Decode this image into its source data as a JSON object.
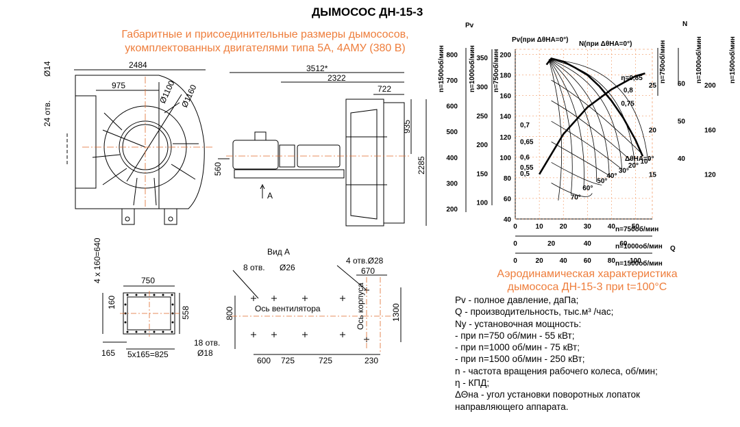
{
  "title": "ДЫМОСОС ДН-15-3",
  "subtitle_lines": [
    "Габаритные и присоединительные размеры дымососов,",
    "укомплектованных двигателями типа 5А, 4АМУ (380 В)"
  ],
  "colors": {
    "accent": "#ee7d3b",
    "line": "#000000",
    "axis_center": "#e06a2a"
  },
  "front_view": {
    "dims": {
      "width": "2484",
      "d975": "975",
      "d1100": "Ø1100",
      "d1160": "Ø1160",
      "holes": "24 отв.",
      "hole_d": "Ø14",
      "h560": "560"
    }
  },
  "side_view": {
    "dims": {
      "total": "3512*",
      "d2322": "2322",
      "d722": "722",
      "d935": "935",
      "d2285": "2285",
      "arrow": "A"
    }
  },
  "flange_view": {
    "dims": {
      "pitch_v": "4 x 160=640",
      "w750": "750",
      "h160": "160",
      "h558": "558",
      "holes": "18 отв.",
      "hole_d": "Ø18",
      "d165": "165",
      "pitch_h": "5x165=825"
    }
  },
  "view_a": {
    "label": "Вид А",
    "holes8": "8  отв.",
    "hole_d26": "Ø26",
    "holes4": "4 отв.Ø28",
    "d670": "670",
    "fan_axis": "Ось вентилятора",
    "body_axis": "Ось корпуса",
    "d800": "800",
    "d1300": "1300",
    "bottom": [
      "600",
      "725",
      "725",
      "230"
    ]
  },
  "chart_heading_lines": [
    "Аэродинамическая характеристика",
    "дымососа ДН-15-3 при t=100°С"
  ],
  "chart_labels": {
    "pv": "Pv",
    "n": "N",
    "q": "Q",
    "pv_curve": "Pv(при ΔθНА=0°)",
    "n_curve": "N(при ΔθНА=0°)",
    "angle_zero": "ΔθНА=0°",
    "n1500": "n=1500об/мин",
    "n1000": "n=1000об/мин",
    "n750": "n=750об/мин",
    "q750": "n=750об/мин",
    "q1000": "n=1000об/мин",
    "q1500": "n=1500об/мин"
  },
  "chart_data": {
    "type": "line",
    "pv_750_ticks": [
      "200",
      "180",
      "160",
      "140",
      "120",
      "100",
      "80",
      "60",
      "40"
    ],
    "pv_1000_ticks": [
      "350",
      "300",
      "250",
      "200",
      "150",
      "100"
    ],
    "pv_1500_ticks": [
      "800",
      "700",
      "600",
      "500",
      "400",
      "300",
      "200"
    ],
    "n_750_ticks": [
      "25",
      "20",
      "15"
    ],
    "n_1000_ticks": [
      "60",
      "50",
      "40"
    ],
    "n_1500_ticks": [
      "200",
      "160",
      "120"
    ],
    "q_750_ticks": [
      "0",
      "10",
      "20",
      "30",
      "40",
      "50"
    ],
    "q_1000_ticks": [
      "0",
      "20",
      "40",
      "60"
    ],
    "q_1500_ticks": [
      "0",
      "20",
      "40",
      "60",
      "80",
      "100"
    ],
    "efficiency_labels": [
      "η=0,85",
      "0,8",
      "0,75",
      "0,7",
      "0,65",
      "0,6",
      "0,55",
      "0,5"
    ],
    "angle_labels": [
      "10°",
      "20°",
      "30°",
      "40°",
      "50°",
      "60°",
      "70°"
    ],
    "pv_curve": {
      "name": "Pv(при ΔθНА=0°)",
      "x": [
        13,
        15,
        20,
        25,
        30,
        35,
        40,
        45,
        50,
        53
      ],
      "y": [
        190,
        196,
        193,
        187,
        180,
        169,
        155,
        138,
        117,
        101
      ]
    },
    "n_curve": {
      "name": "N(при ΔθНА=0°)",
      "x": [
        10,
        20,
        30,
        40,
        50,
        54
      ],
      "y": [
        15.0,
        19.5,
        22.5,
        24.5,
        26.0,
        26.3
      ]
    }
  },
  "legend_lines": [
    "Pv - полное давление, даПа;",
    "Q - производительность, тыс.м³ /час;",
    "Ny - установочная мощность:",
    "- при n=750 об/мин - 55 кВт;",
    "- при n=1000 об/мин - 75 кВт;",
    "- при n=1500 об/мин - 250 кВт;",
    "n - частота вращения рабочего колеса, об/мин;",
    "η - КПД;",
    "ΔΘна - угол установки поворотных лопаток",
    "направляющего аппарата."
  ]
}
